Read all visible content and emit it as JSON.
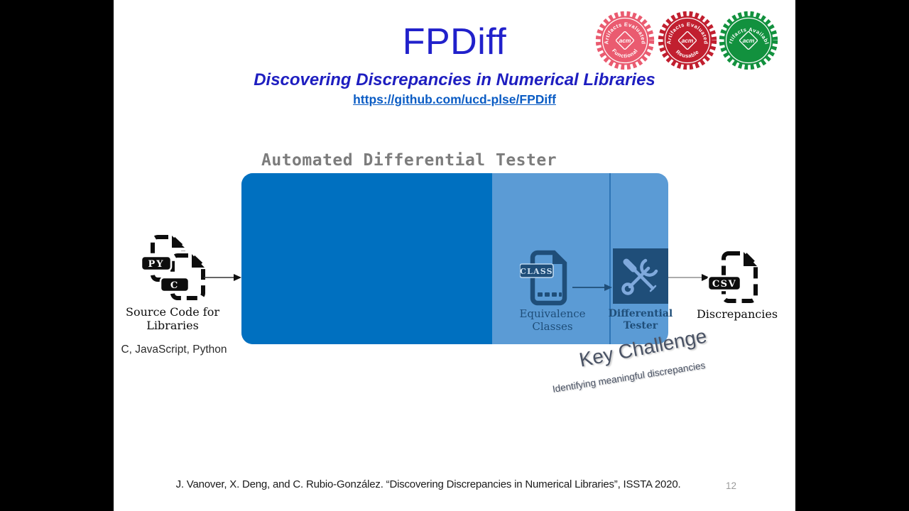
{
  "slide": {
    "title": "FPDiff",
    "subtitle": "Discovering Discrepancies in Numerical Libraries",
    "url": "https://github.com/ucd-plse/FPDiff",
    "footer_citation": "J. Vanover, X. Deng, and C. Rubio-González. “Discovering Discrepancies in Numerical Libraries”, ISSTA 2020.",
    "page_number": "12"
  },
  "badges": [
    {
      "top_text": "Artifacts Evaluated",
      "bottom_text": "Functional",
      "center_text": "acm",
      "color": "#EA5B70"
    },
    {
      "top_text": "Artifacts Evaluated",
      "bottom_text": "Reusable",
      "center_text": "acm",
      "color": "#C11F2F"
    },
    {
      "top_text": "Artifacts Available",
      "bottom_text": "",
      "center_text": "acm",
      "color": "#12913E"
    }
  ],
  "diagram": {
    "heading": "Automated Differential Tester",
    "source": {
      "label_line1": "Source Code for",
      "label_line2": "Libraries",
      "sublabel": "C, JavaScript, Python",
      "file1_badge": "PY",
      "file2_badge": "C"
    },
    "equivalence": {
      "file_badge": "CLASS",
      "label_line1": "Equivalence",
      "label_line2": "Classes"
    },
    "tester": {
      "label_line1": "Differential",
      "label_line2": "Tester"
    },
    "output": {
      "file_badge": "CSV",
      "label": "Discrepancies"
    },
    "colors": {
      "box_dark": "#0070C0",
      "box_light": "#5B9BD5",
      "divider": "#2E75B6",
      "icon_navy": "#1F4E79",
      "tool_icon": "#7FA9DC"
    }
  },
  "annotation": {
    "title": "Key Challenge",
    "subtitle": "Identifying meaningful discrepancies"
  }
}
